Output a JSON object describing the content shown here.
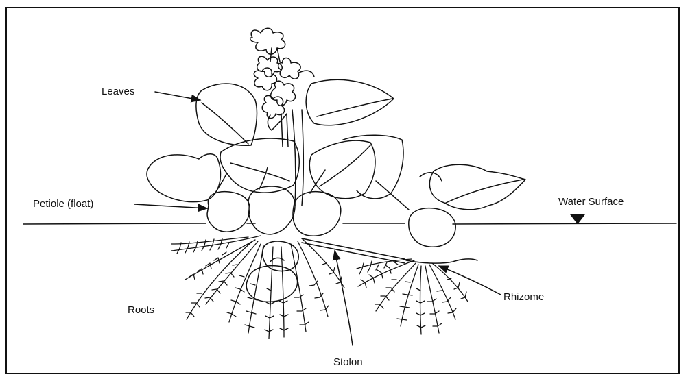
{
  "labels": {
    "leaves": "Leaves",
    "petiole": "Petiole (float)",
    "water_surface": "Water Surface",
    "roots": "Roots",
    "rhizome": "Rhizome",
    "stolon": "Stolon"
  },
  "colors": {
    "ink": "#111111",
    "background": "#ffffff"
  }
}
